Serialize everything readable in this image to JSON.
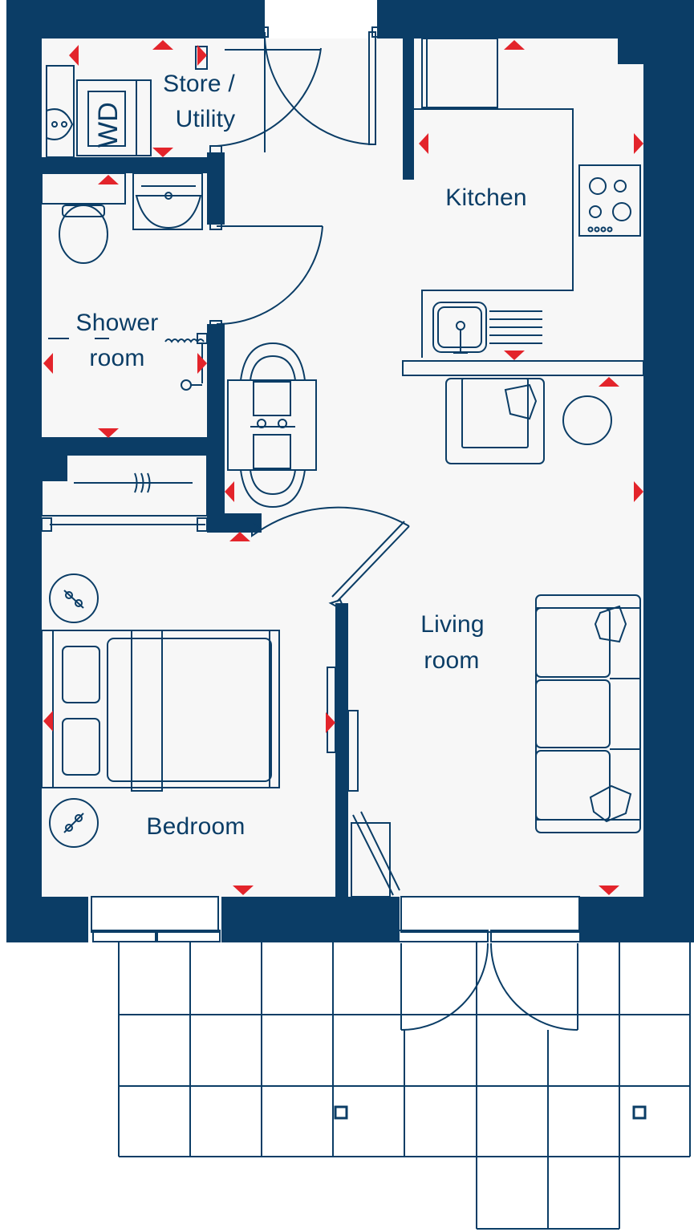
{
  "rooms": {
    "store_utility_line1": "Store /",
    "store_utility_line2": "Utility",
    "kitchen": "Kitchen",
    "shower_line1": "Shower",
    "shower_line2": "room",
    "living_line1": "Living",
    "living_line2": "room",
    "bedroom": "Bedroom"
  },
  "appliance_labels": {
    "washer_dryer": "WD"
  },
  "icons": [
    "dimension-marker",
    "door-swing",
    "sink",
    "hob",
    "toilet",
    "bed",
    "sofa",
    "armchair",
    "dining-table",
    "lamp",
    "wardrobe"
  ],
  "colors": {
    "wall": "#0b3d66",
    "line": "#0b3d66",
    "floor": "#f7f7f7",
    "dimension_marker": "#e3242b"
  }
}
